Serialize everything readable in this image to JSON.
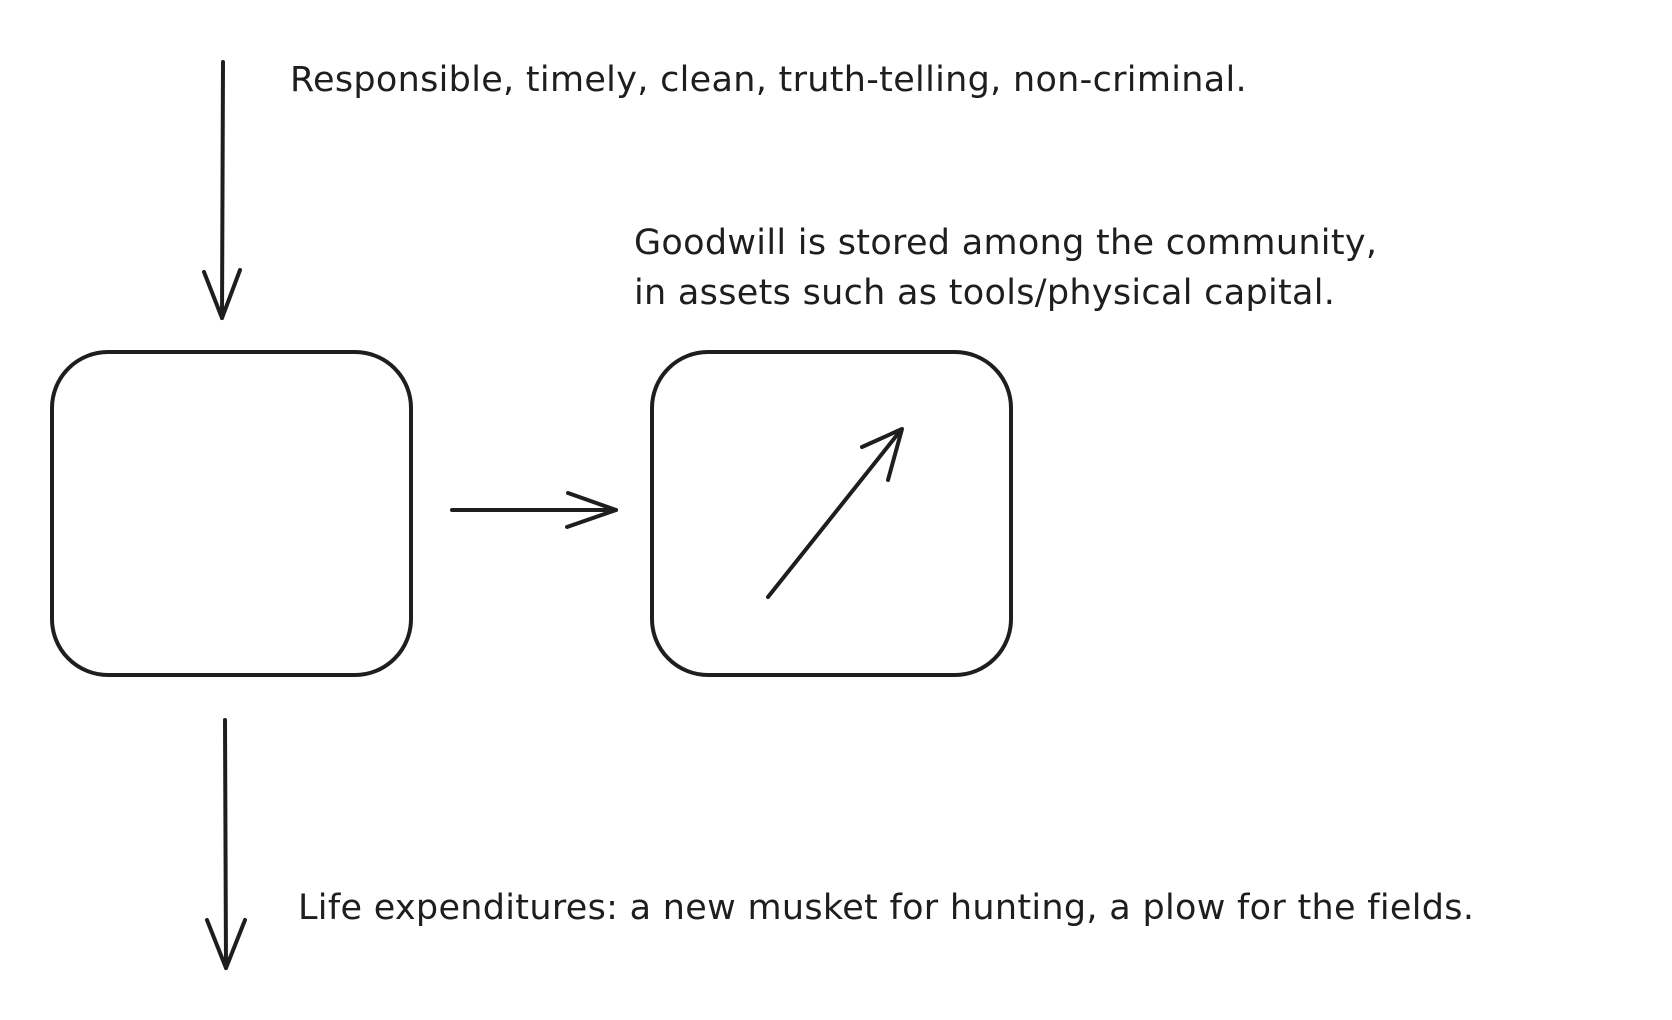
{
  "notes": {
    "top": "Responsible, timely, clean, truth-telling, non-criminal.",
    "middle_line_1": "Goodwill is stored among the community,",
    "middle_line_2": "in assets such as tools/physical capital.",
    "bottom": "Life expenditures: a new musket for hunting, a plow for the fields."
  },
  "colors": {
    "stroke": "#1e1e1e",
    "background": "#ffffff"
  }
}
